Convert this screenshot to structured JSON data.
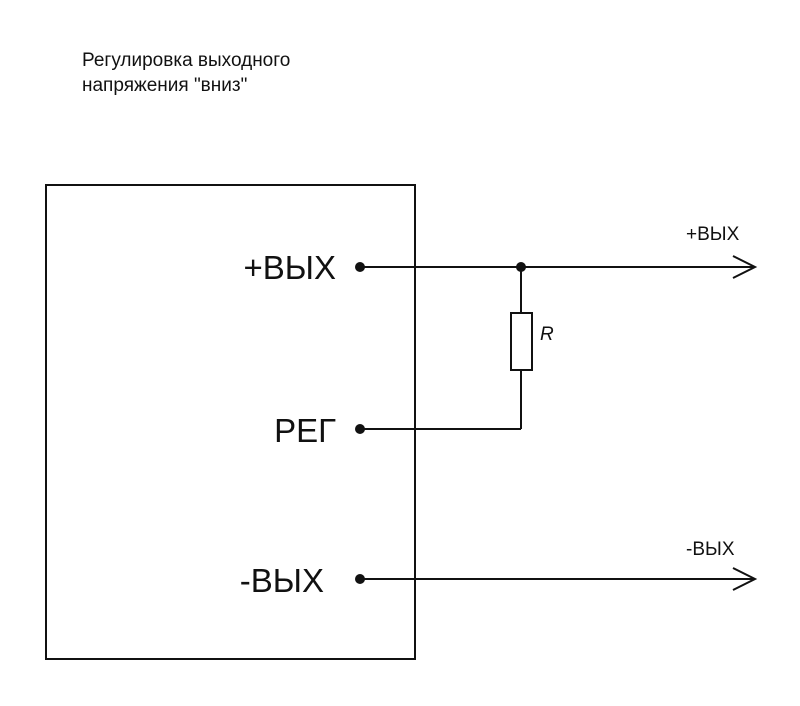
{
  "title": {
    "line1": "Регулировка выходного",
    "line2": "напряжения \"вниз\""
  },
  "module": {
    "pins": {
      "plus_out": "+ВЫХ",
      "reg": "РЕГ",
      "minus_out": "-ВЫХ"
    }
  },
  "outputs": {
    "plus_out": "+ВЫХ",
    "minus_out": "-ВЫХ"
  },
  "resistor": {
    "label": "R"
  }
}
